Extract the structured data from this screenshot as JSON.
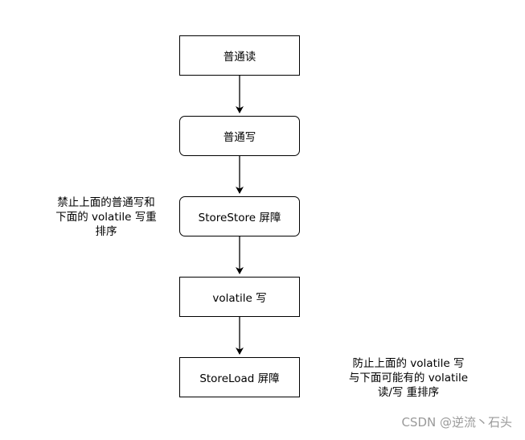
{
  "diagram": {
    "nodes": [
      {
        "id": "n1",
        "label": "普通读",
        "shape": "rect"
      },
      {
        "id": "n2",
        "label": "普通写",
        "shape": "rounded"
      },
      {
        "id": "n3",
        "label": "StoreStore 屏障",
        "shape": "rounded"
      },
      {
        "id": "n4",
        "label": "volatile 写",
        "shape": "rect"
      },
      {
        "id": "n5",
        "label": "StoreLoad 屏障",
        "shape": "rect"
      }
    ],
    "edges": [
      {
        "from": "n1",
        "to": "n2"
      },
      {
        "from": "n2",
        "to": "n3"
      },
      {
        "from": "n3",
        "to": "n4"
      },
      {
        "from": "n4",
        "to": "n5"
      }
    ],
    "annotations": {
      "storestore_note": {
        "lines": [
          "禁止上面的普通写和",
          "下面的 volatile 写重",
          "排序"
        ]
      },
      "storeload_note": {
        "lines": [
          "防止上面的 volatile 写",
          "与下面可能有的 volatile",
          "读/写 重排序"
        ]
      }
    }
  },
  "watermark": "CSDN @逆流丶石头"
}
